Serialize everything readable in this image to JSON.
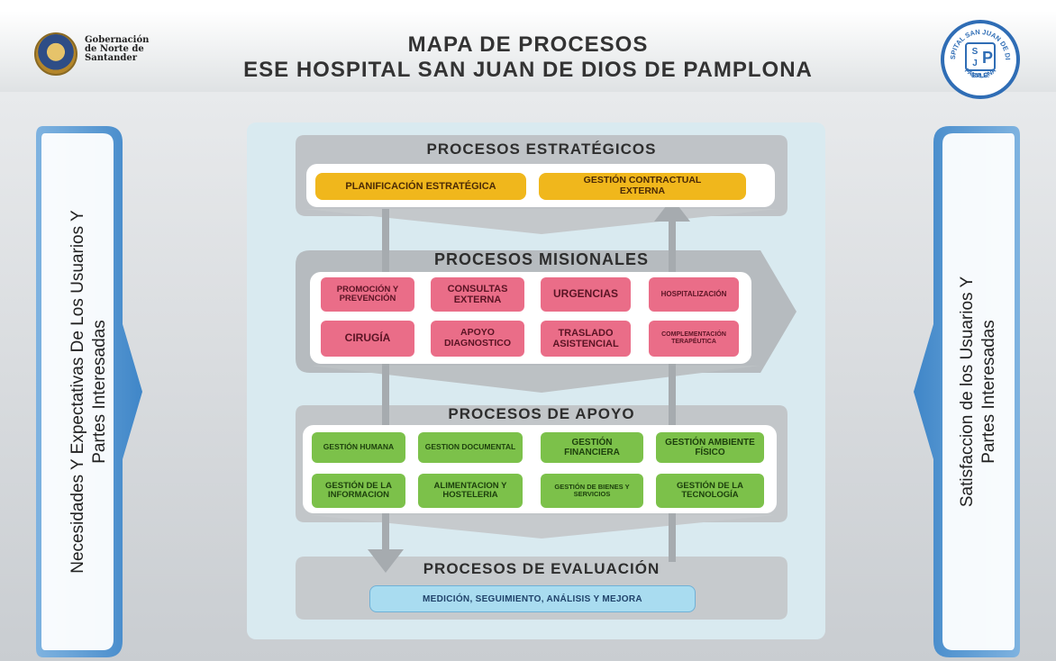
{
  "header": {
    "gov_logo_text": [
      "Gobernación",
      "de Norte de",
      "Santander"
    ],
    "title_line1": "MAPA DE PROCESOS",
    "title_line2": "ESE HOSPITAL SAN JUAN DE DIOS DE PAMPLONA",
    "hospital_logo": {
      "ring_text_top": "HOSPITAL SAN JUAN DE DIOS",
      "ring_text_bottom": "PAMPLONA",
      "letters": [
        "S",
        "J",
        "P"
      ],
      "ese": "E.S.E."
    }
  },
  "left_panel": {
    "line1": "Necesidades Y Expectativas De Los Usuarios Y",
    "line2": "Partes Interesadas"
  },
  "right_panel": {
    "line1": "Satisfaccion de los Usuarios Y",
    "line2": "Partes Interesadas"
  },
  "estrategicos": {
    "title": "PROCESOS ESTRATÉGICOS",
    "items": [
      "PLANIFICACIÓN ESTRATÉGICA",
      "GESTIÓN CONTRACTUAL EXTERNA"
    ]
  },
  "misionales": {
    "title": "PROCESOS MISIONALES",
    "items": [
      "PROMOCIÓN Y PREVENCIÓN",
      "CONSULTAS EXTERNA",
      "URGENCIAS",
      "HOSPITALIZACIÓN",
      "CIRUGÍA",
      "APOYO DIAGNOSTICO",
      "TRASLADO ASISTENCIAL",
      "COMPLEMENTACIÓN TERAPÉUTICA"
    ]
  },
  "apoyo": {
    "title": "PROCESOS DE APOYO",
    "items": [
      "GESTIÓN HUMANA",
      "GESTION DOCUMENTAL",
      "GESTIÓN FINANCIERA",
      "GESTIÓN AMBIENTE FÍSICO",
      "GESTIÓN DE LA INFORMACION",
      "ALIMENTACION Y HOSTELERIA",
      "GESTIÓN DE BIENES Y SERVICIOS",
      "GESTIÓN DE LA TECNOLOGÍA"
    ]
  },
  "evaluacion": {
    "title": "PROCESOS DE EVALUACIÓN",
    "item": "MEDICIÓN, SEGUIMIENTO, ANÁLISIS Y MEJORA"
  },
  "colors": {
    "estrategico_box": "#f0b71c",
    "misional_box": "#ea6d88",
    "apoyo_box": "#7cc14a",
    "evaluacion_box": "#a9dcf0",
    "side_panel": "#4f93cf",
    "center_panel": "#d9eaf0"
  }
}
